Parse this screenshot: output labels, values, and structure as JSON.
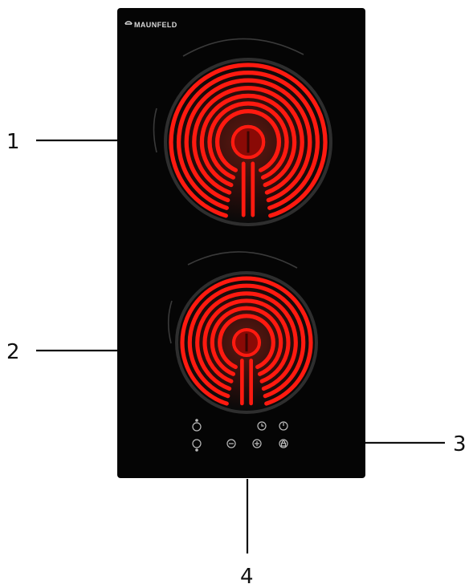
{
  "brand": {
    "name": "MAUNFELD"
  },
  "callouts": [
    {
      "number": "1",
      "part": "large burner"
    },
    {
      "number": "2",
      "part": "small burner"
    },
    {
      "number": "3",
      "part": "touch control panel"
    },
    {
      "number": "4",
      "part": "glass-ceramic panel"
    }
  ],
  "colors": {
    "glass": "#050505",
    "coil": "#ff1a10",
    "coil_dark": "#8a0a06",
    "zone_rim": "#2e2e2e",
    "callout_line": "#111111"
  },
  "controls": {
    "top_row": [
      "timer-select-icon",
      "clock-icon",
      "power-icon"
    ],
    "bottom_row": [
      "zone-select-icon",
      "minus-icon",
      "plus-icon",
      "lock-icon"
    ]
  }
}
